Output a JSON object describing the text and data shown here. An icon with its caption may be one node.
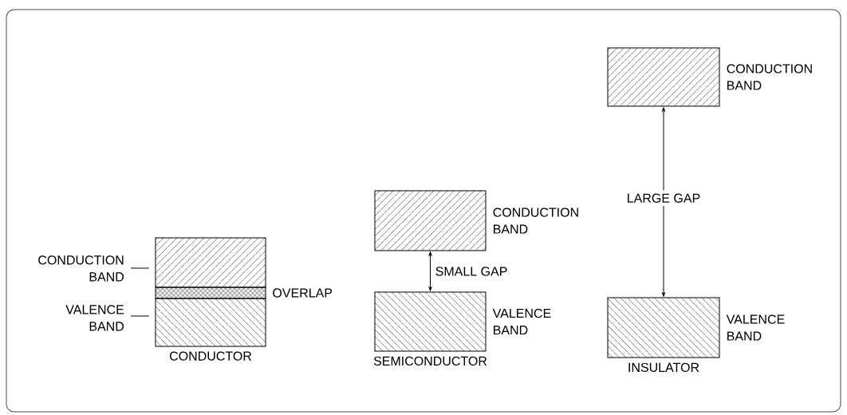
{
  "diagram": {
    "nodes": [
      {
        "text": [
          "CONDUCTION BAND"
        ]
      },
      {
        "text": [
          "VALENCE BAND"
        ]
      },
      {
        "text": [],
        "shape": "box"
      },
      {
        "text": [
          "OVERLAP"
        ]
      },
      {
        "text": [],
        "shape": "box",
        "beside": [
          "CONDUCTOR"
        ]
      },
      {
        "text": [
          "CONDUCTION BAND"
        ]
      },
      {
        "text": [
          "VALENCE BAND"
        ],
        "beside": [
          "SEMICONDUCTOR"
        ]
      },
      {
        "text": [
          "CONDUCTION BAND"
        ]
      },
      {
        "text": [
          "VALENCE BAND"
        ],
        "beside": [
          "INSULATOR"
        ]
      }
    ],
    "edges": [
      {
        "from": 0,
        "to": 2,
        "arrow": "none"
      },
      {
        "from": 1,
        "to": 4,
        "arrow": "none"
      },
      {
        "from": 6,
        "to": 5,
        "arrow": "both",
        "label": "SMALL GAP"
      },
      {
        "from": 8,
        "to": 7,
        "arrow": "both",
        "label": "LARGE GAP"
      }
    ]
  }
}
